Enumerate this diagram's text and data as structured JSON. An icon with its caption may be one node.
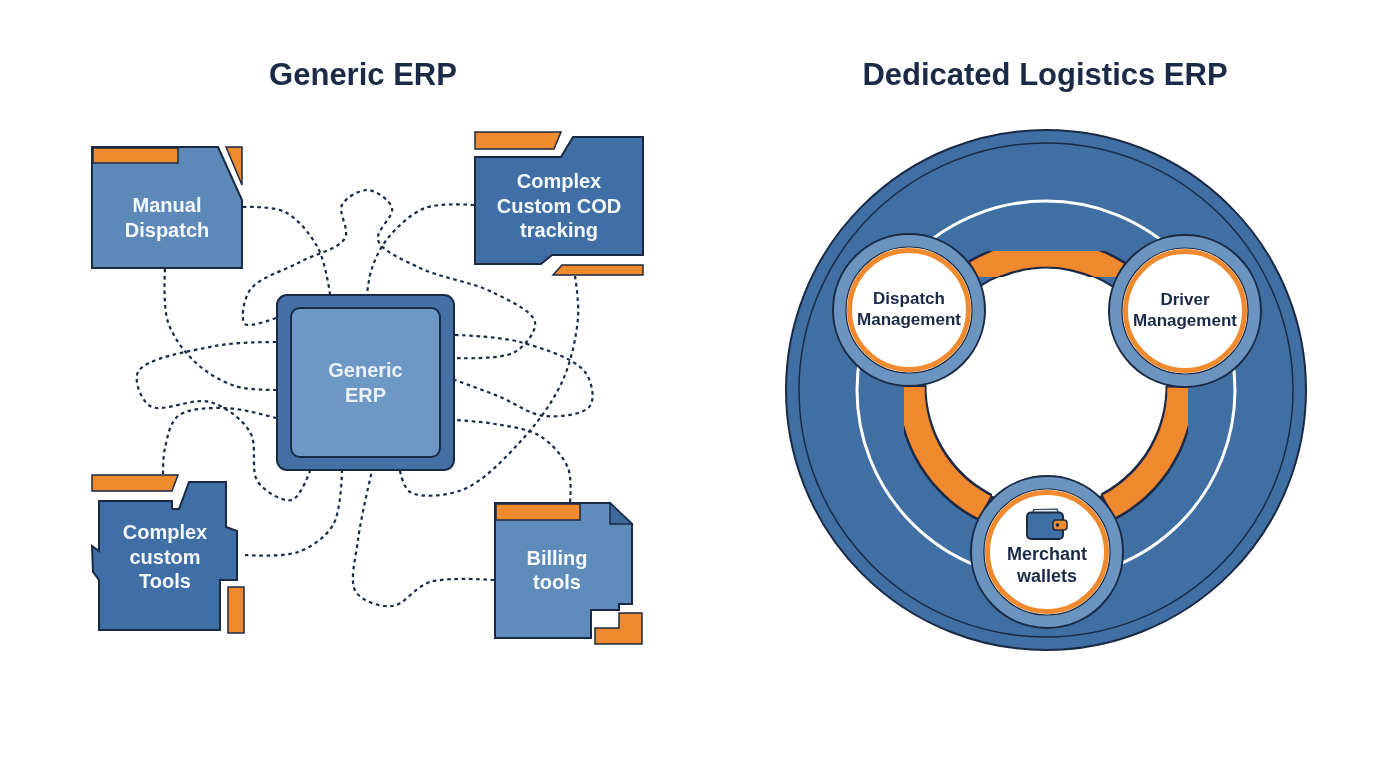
{
  "diagram": {
    "nodes": [
      {
        "text": [
          "Manual Dispatch"
        ]
      },
      {
        "text": [
          "Complex Custom COD tracking"
        ]
      },
      {
        "text": [
          "Generic ERP"
        ]
      },
      {
        "text": [
          "Complex custom Tools"
        ]
      },
      {
        "text": [
          "Billing tools"
        ]
      },
      {
        "text": [],
        "shape": "circle"
      },
      {
        "text": [
          "Dispatch Management"
        ],
        "in": 5
      },
      {
        "text": [
          "Driver Management"
        ],
        "in": 5
      },
      {
        "text": [
          "Merchant wallets"
        ],
        "in": 5
      }
    ],
    "edges": [
      {
        "from": 0,
        "to": 2,
        "arrow": "none",
        "style": "dashed"
      },
      {
        "from": 0,
        "to": 2,
        "arrow": "none",
        "style": "dashed"
      },
      {
        "from": 1,
        "to": 2,
        "arrow": "none",
        "style": "dashed"
      },
      {
        "from": 1,
        "to": 2,
        "arrow": "none",
        "style": "dashed"
      },
      {
        "from": 3,
        "to": 2,
        "arrow": "none",
        "style": "dashed"
      },
      {
        "from": 3,
        "to": 2,
        "arrow": "none",
        "style": "dashed"
      },
      {
        "from": 4,
        "to": 2,
        "arrow": "none",
        "style": "dashed"
      },
      {
        "from": 4,
        "to": 2,
        "arrow": "none",
        "style": "dashed"
      },
      {
        "from": 2,
        "to": 2,
        "arrow": "none",
        "style": "dashed"
      },
      {
        "from": 2,
        "to": 2,
        "arrow": "none",
        "style": "dashed"
      },
      {
        "from": 2,
        "to": 2,
        "arrow": "none",
        "style": "dashed"
      },
      {
        "from": 6,
        "to": 7,
        "arrow": "none",
        "style": "thick",
        "color": "#f0892f"
      },
      {
        "from": 7,
        "to": 8,
        "arrow": "none",
        "style": "thick",
        "color": "#f0892f"
      },
      {
        "from": 8,
        "to": 6,
        "arrow": "none",
        "style": "thick",
        "color": "#f0892f"
      }
    ],
    "labels": [
      "Generic ERP",
      "Dedicated Logistics ERP"
    ]
  }
}
